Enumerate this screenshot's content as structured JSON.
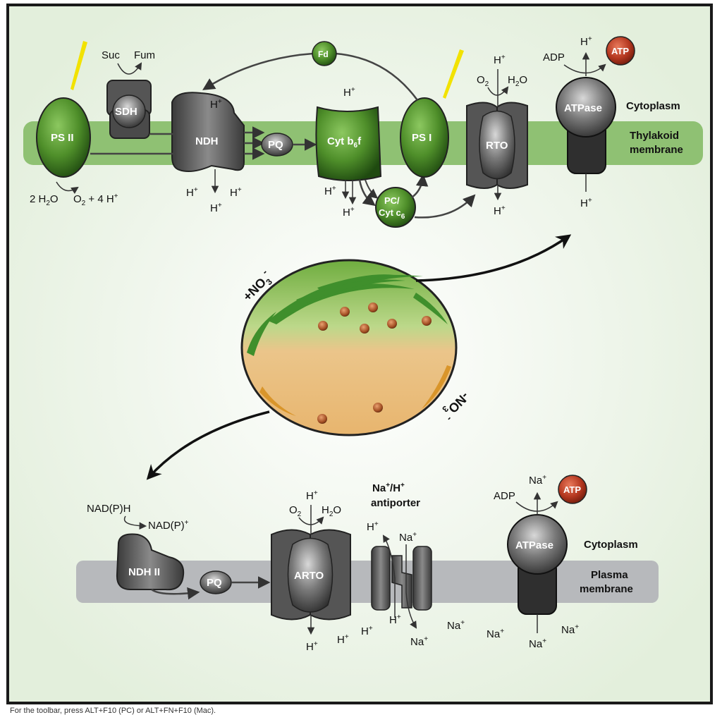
{
  "top": {
    "compartment_1": "Cytoplasm",
    "membrane_line1": "Thylakoid",
    "membrane_line2": "membrane",
    "ps2": "PS II",
    "sdh": "SDH",
    "suc": "Suc",
    "fum": "Fum",
    "ndh": "NDH",
    "pq": "PQ",
    "cytb6f_main": "Cyt b",
    "cytb6f_sub": "6",
    "cytb6f_end": "f",
    "ps1": "PS I",
    "fd": "Fd",
    "pc_line1": "PC/",
    "pc_line2_main": "Cyt c",
    "pc_line2_sub": "6",
    "rto": "RTO",
    "atpase": "ATPase",
    "atp": "ATP",
    "adp": "ADP",
    "water_split_left": "2 H",
    "water_sub": "2",
    "water_o": "O",
    "o2_plus": "O",
    "o2_sub": "2",
    "plus_4h": " + 4 H",
    "h": "H",
    "plus": "+",
    "o": "O",
    "h2o_h": "H",
    "h2o_sub": "2",
    "h2o_o": "O"
  },
  "center": {
    "plus_no3": "+NO",
    "minus_no3": "-NO",
    "no3_sub": "3",
    "no3_charge": "-"
  },
  "bottom": {
    "compartment_1": "Cytoplasm",
    "membrane_line1": "Plasma",
    "membrane_line2": "membrane",
    "ndh2": "NDH II",
    "nadph": "NAD(P)H",
    "nadp_main": "NAD(P)",
    "pq": "PQ",
    "arto": "ARTO",
    "antiporter_line1_a": "Na",
    "antiporter_line1_b": "/H",
    "antiporter_line2": "antiporter",
    "atpase": "ATPase",
    "atp": "ATP",
    "adp": "ADP",
    "na": "Na",
    "h": "H",
    "plus": "+",
    "o": "O",
    "o2_sub": "2",
    "h2o_h": "H",
    "h2o_sub": "2",
    "h2o_o": "O"
  },
  "footer": "For the toolbar, press ALT+F10 (PC) or ALT+FN+F10 (Mac)."
}
